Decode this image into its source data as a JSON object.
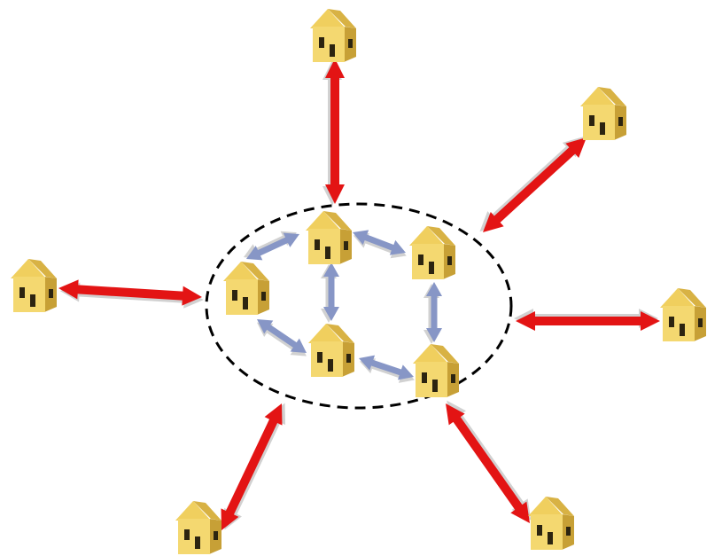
{
  "colors": {
    "background": "#ffffff",
    "external_link": "#e31414",
    "internal_link": "#8796c6",
    "cluster_boundary": "#000000",
    "house_front": "#f2d36a",
    "house_side": "#c9a43a",
    "house_roof": "#e8c452",
    "house_window": "#2c2410"
  },
  "icons": {
    "node": "house-icon",
    "external_link": "double-headed-arrow",
    "internal_link": "double-headed-arrow"
  },
  "diagram": {
    "cluster": {
      "shape": "ellipse",
      "line": "dashed"
    },
    "internal_nodes": [
      "inner-top",
      "inner-left",
      "inner-right",
      "inner-bottom",
      "inner-bottom-right"
    ],
    "external_nodes": [
      "outer-top",
      "outer-top-right",
      "outer-left",
      "outer-right",
      "outer-bottom-left",
      "outer-bottom-right"
    ],
    "internal_links": [
      [
        "inner-top",
        "inner-left"
      ],
      [
        "inner-top",
        "inner-right"
      ],
      [
        "inner-top",
        "inner-bottom"
      ],
      [
        "inner-left",
        "inner-bottom"
      ],
      [
        "inner-right",
        "inner-bottom-right"
      ],
      [
        "inner-bottom",
        "inner-bottom-right"
      ]
    ],
    "external_links": [
      [
        "outer-top",
        "cluster"
      ],
      [
        "outer-top-right",
        "cluster"
      ],
      [
        "outer-left",
        "cluster"
      ],
      [
        "outer-right",
        "cluster"
      ],
      [
        "outer-bottom-left",
        "cluster"
      ],
      [
        "outer-bottom-right",
        "cluster"
      ]
    ]
  }
}
